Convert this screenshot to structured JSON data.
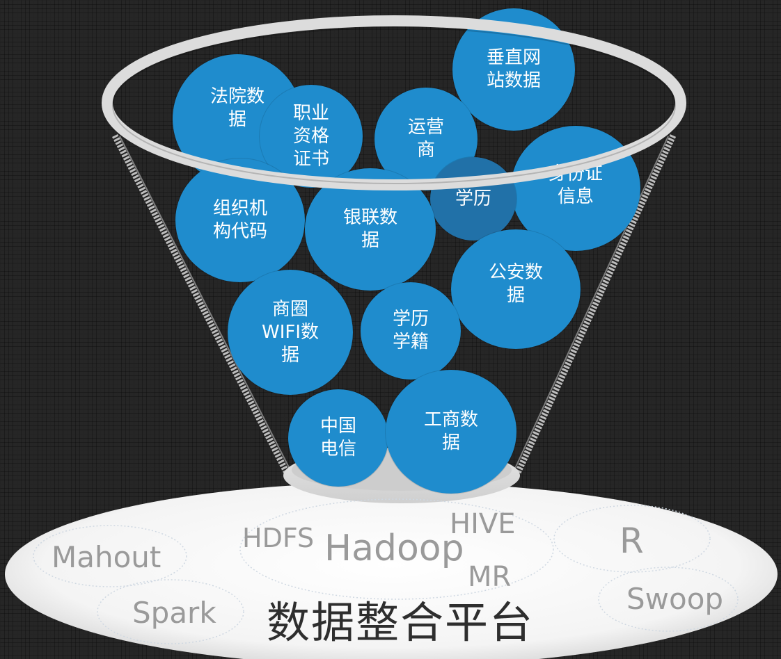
{
  "data_sources": [
    {
      "label": "垂直网站数据",
      "lines": [
        "垂直网",
        "站数据"
      ],
      "color": "#1f8ccd"
    },
    {
      "label": "法院数据",
      "lines": [
        "法院数",
        "据"
      ],
      "color": "#1f8ccd"
    },
    {
      "label": "职业资格证书",
      "lines": [
        "职业",
        "资格",
        "证书"
      ],
      "color": "#1f8ccd"
    },
    {
      "label": "运营商",
      "lines": [
        "运营",
        "商"
      ],
      "color": "#1f8ccd"
    },
    {
      "label": "身份证信息",
      "lines": [
        "身份证",
        "信息"
      ],
      "color": "#1f8ccd"
    },
    {
      "label": "组织机构代码",
      "lines": [
        "组织机",
        "构代码"
      ],
      "color": "#1f8ccd"
    },
    {
      "label": "学历",
      "lines": [
        "学历"
      ],
      "color": "#2171a8"
    },
    {
      "label": "银联数据",
      "lines": [
        "银联数",
        "据"
      ],
      "color": "#1f8ccd"
    },
    {
      "label": "公安数据",
      "lines": [
        "公安数",
        "据"
      ],
      "color": "#1f8ccd"
    },
    {
      "label": "商圈WIFI数据",
      "lines": [
        "商圈",
        "WIFI数",
        "据"
      ],
      "color": "#1f8ccd"
    },
    {
      "label": "学历学籍",
      "lines": [
        "学历",
        "学籍"
      ],
      "color": "#1f8ccd"
    },
    {
      "label": "中国电信",
      "lines": [
        "中国",
        "电信"
      ],
      "color": "#1f8ccd"
    },
    {
      "label": "工商数据",
      "lines": [
        "工商数",
        "据"
      ],
      "color": "#1f8ccd"
    }
  ],
  "platform": {
    "title": "数据整合平台",
    "tools": {
      "mahout": "Mahout",
      "spark": "Spark",
      "hdfs": "HDFS",
      "hadoop": "Hadoop",
      "hive": "HIVE",
      "mr": "MR",
      "r": "R",
      "swoop": "Swoop"
    }
  },
  "colors": {
    "bubble": "#1f8ccd",
    "funnel_rim": "#dcdcdc",
    "platform": "#ffffff",
    "tool_text": "#9a9a9a",
    "background": "#262626"
  }
}
